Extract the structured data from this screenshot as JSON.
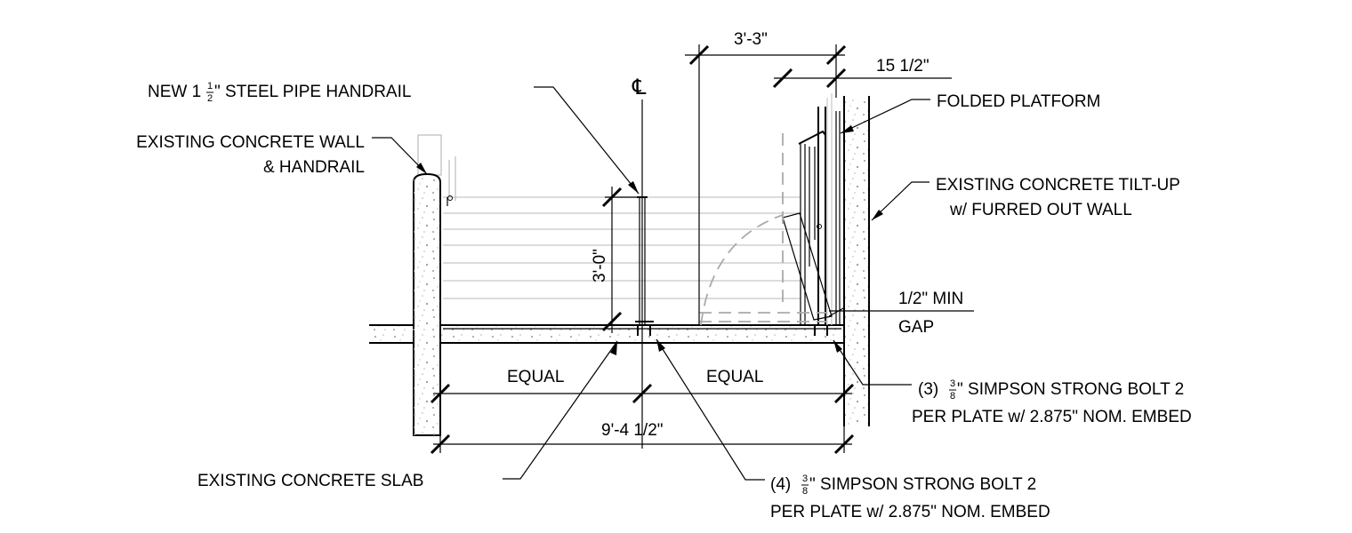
{
  "labels": {
    "handrail": "NEW 1",
    "handrail_half_num": "1",
    "handrail_half_den": "2",
    "handrail_rest": "\" STEEL PIPE HANDRAIL",
    "wall_line1": "EXISTING CONCRETE WALL",
    "wall_line2": "& HANDRAIL",
    "folded": "FOLDED PLATFORM",
    "tiltup_line1": "EXISTING CONCRETE TILT-UP",
    "tiltup_line2": "w/ FURRED OUT WALL",
    "gap_line1": "1/2\" MIN",
    "gap_line2": "GAP",
    "bolt3_prefix": "(3)",
    "bolt3_num": "3",
    "bolt3_den": "8",
    "bolt3_rest": "\" SIMPSON STRONG BOLT 2",
    "bolt3_line2": "PER PLATE w/ 2.875\" NOM. EMBED",
    "slab": "EXISTING CONCRETE SLAB",
    "bolt4_prefix": "(4)",
    "bolt4_num": "3",
    "bolt4_den": "8",
    "bolt4_rest": "\" SIMPSON STRONG BOLT 2",
    "bolt4_line2": "PER PLATE w/ 2.875\" NOM. EMBED",
    "centerline": "℄"
  },
  "dimensions": {
    "top_width": "3'-3\"",
    "top_right": "15 1/2\"",
    "height": "3'-0\"",
    "equal_left": "EQUAL",
    "equal_right": "EQUAL",
    "overall": "9'-4 1/2\""
  }
}
